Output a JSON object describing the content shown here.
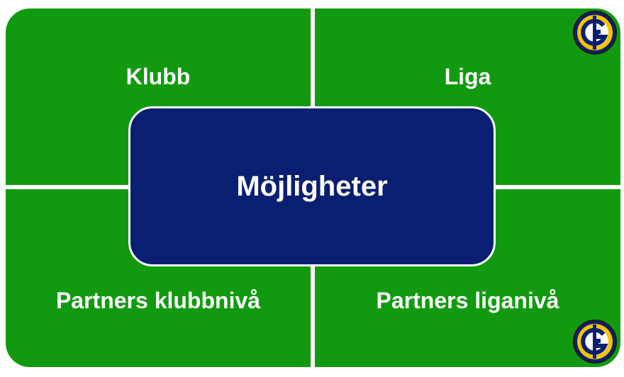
{
  "diagram": {
    "center": "Möjligheter",
    "quadrants": {
      "top_left": "Klubb",
      "top_right": "Liga",
      "bottom_left": "Partners klubbnivå",
      "bottom_right": "Partners liganivå"
    },
    "colors": {
      "quadrant_fill": "#119a0f",
      "center_fill": "#0b1f72",
      "divider": "#ffffff",
      "text": "#ffffff",
      "logo_ring": "#f5c400",
      "logo_core": "#0b1f72"
    },
    "logo_icon": "league-emblem-icon"
  }
}
